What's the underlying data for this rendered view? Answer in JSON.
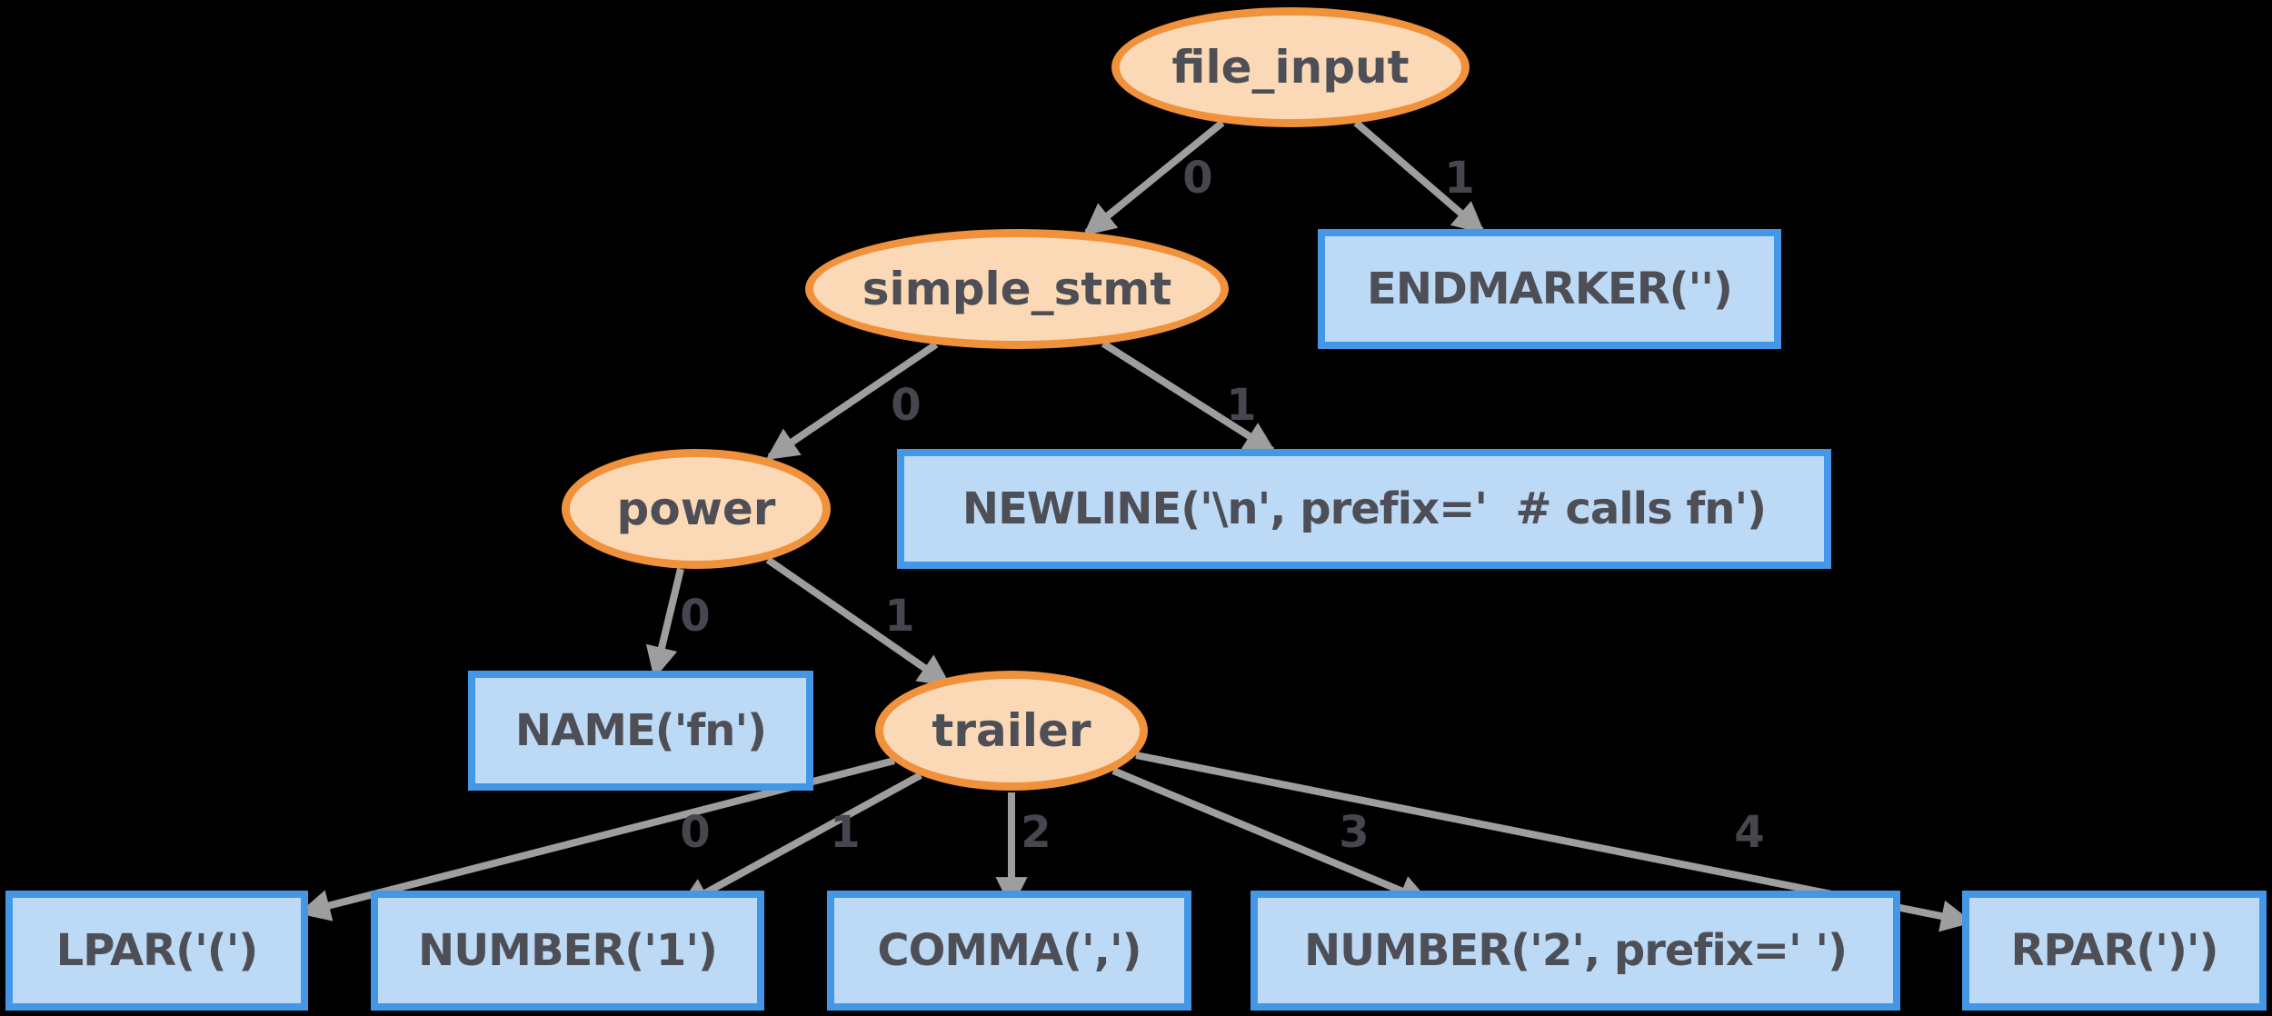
{
  "diagram": {
    "type": "parse-tree",
    "background_color": "#000000",
    "colors": {
      "nonterminal_fill": "#fbd9b6",
      "nonterminal_border": "#f0913c",
      "terminal_fill": "#bcdaf6",
      "terminal_border": "#4397e6",
      "node_text": "#4e4f56",
      "edge": "#9e9e9e",
      "edge_label_text": "#46474e"
    },
    "nodes": [
      {
        "id": "file_input",
        "shape": "ellipse",
        "label": "file_input"
      },
      {
        "id": "simple_stmt",
        "shape": "ellipse",
        "label": "simple_stmt"
      },
      {
        "id": "endmarker",
        "shape": "box",
        "label": "ENDMARKER('')"
      },
      {
        "id": "power",
        "shape": "ellipse",
        "label": "power"
      },
      {
        "id": "newline",
        "shape": "box",
        "label": "NEWLINE('\\n', prefix='  # calls fn')"
      },
      {
        "id": "name_fn",
        "shape": "box",
        "label": "NAME('fn')"
      },
      {
        "id": "trailer",
        "shape": "ellipse",
        "label": "trailer"
      },
      {
        "id": "lpar",
        "shape": "box",
        "label": "LPAR('(')"
      },
      {
        "id": "number_1",
        "shape": "box",
        "label": "NUMBER('1')"
      },
      {
        "id": "comma",
        "shape": "box",
        "label": "COMMA(',')"
      },
      {
        "id": "number_2",
        "shape": "box",
        "label": "NUMBER('2', prefix=' ')"
      },
      {
        "id": "rpar",
        "shape": "box",
        "label": "RPAR(')')"
      }
    ],
    "edges": [
      {
        "from": "file_input",
        "to": "simple_stmt",
        "label": "0"
      },
      {
        "from": "file_input",
        "to": "endmarker",
        "label": "1"
      },
      {
        "from": "simple_stmt",
        "to": "power",
        "label": "0"
      },
      {
        "from": "simple_stmt",
        "to": "newline",
        "label": "1"
      },
      {
        "from": "power",
        "to": "name_fn",
        "label": "0"
      },
      {
        "from": "power",
        "to": "trailer",
        "label": "1"
      },
      {
        "from": "trailer",
        "to": "lpar",
        "label": "0"
      },
      {
        "from": "trailer",
        "to": "number_1",
        "label": "1"
      },
      {
        "from": "trailer",
        "to": "comma",
        "label": "2"
      },
      {
        "from": "trailer",
        "to": "number_2",
        "label": "3"
      },
      {
        "from": "trailer",
        "to": "rpar",
        "label": "4"
      }
    ]
  }
}
